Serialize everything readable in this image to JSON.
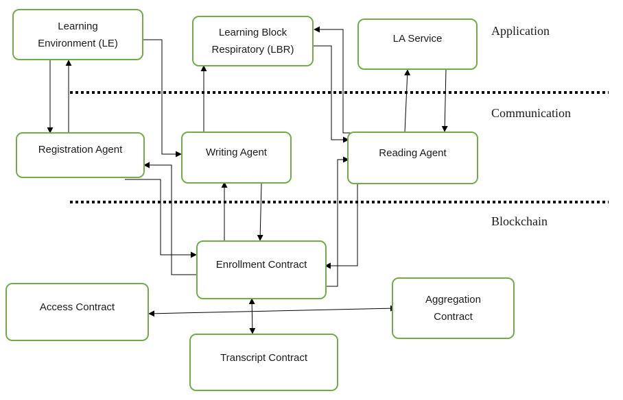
{
  "colors": {
    "box_border": "#70ad47",
    "arrow": "#000000",
    "divider": "#000000"
  },
  "layers": {
    "application": "Application",
    "communication": "Communication",
    "blockchain": "Blockchain"
  },
  "nodes": {
    "le": "Learning Environment (LE)",
    "lbr": "Learning Block Respiratory (LBR)",
    "la": "LA Service",
    "registration": "Registration Agent",
    "writing": "Writing Agent",
    "reading": "Reading Agent",
    "enrollment": "Enrollment Contract",
    "access": "Access Contract",
    "aggregation": "Aggregation Contract",
    "transcript": "Transcript Contract"
  }
}
